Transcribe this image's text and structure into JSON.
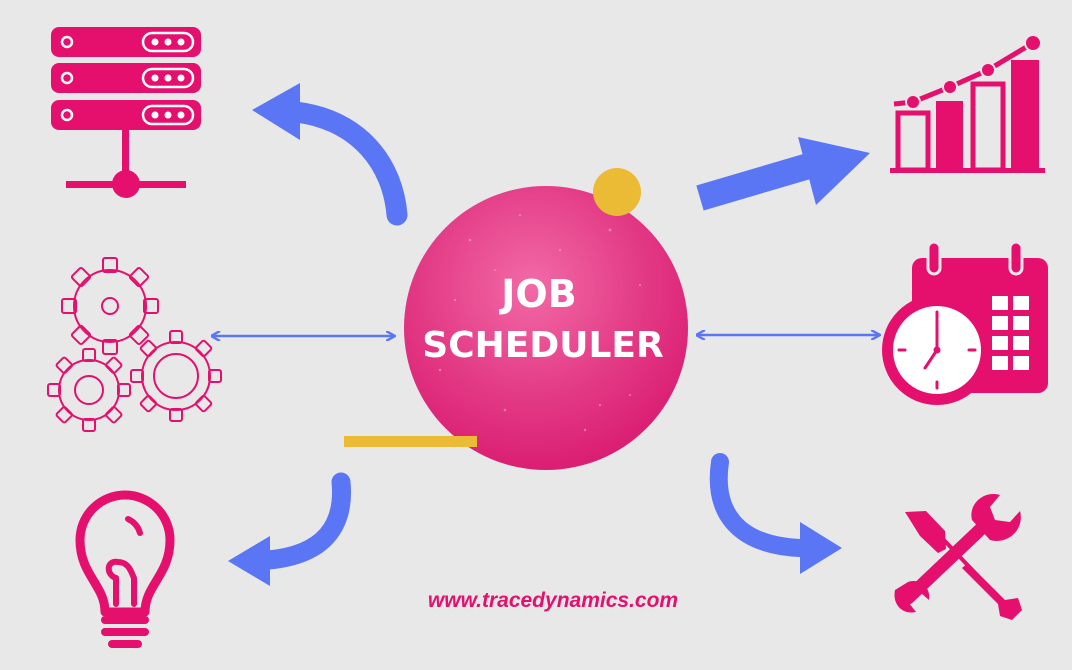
{
  "center": {
    "line1": "JOB",
    "line2": "SCHEDULER"
  },
  "footer": {
    "url": "www.tracedynamics.com"
  },
  "nodes": [
    {
      "name": "server-icon"
    },
    {
      "name": "bar-chart-icon"
    },
    {
      "name": "gears-icon"
    },
    {
      "name": "calendar-clock-icon"
    },
    {
      "name": "lightbulb-icon"
    },
    {
      "name": "tools-icon"
    }
  ],
  "colors": {
    "background": "#e8e8e8",
    "accent": "#e5106e",
    "arrow": "#5b76f5",
    "yellow": "#ebbb35",
    "circle_light": "#f0609e"
  }
}
